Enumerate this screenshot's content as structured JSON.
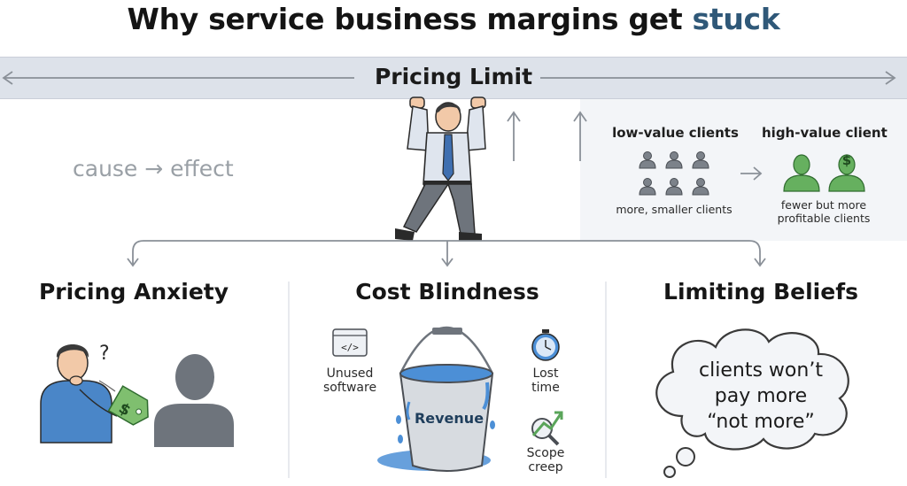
{
  "title": {
    "main": "Why service business margins get",
    "accent": "stuck"
  },
  "band": {
    "label": "Pricing Limit"
  },
  "cause_effect": "cause → effect",
  "client_panel": {
    "low_heading": "low-value clients",
    "low_note": "more, smaller clients",
    "high_heading": "high-value client",
    "high_note_line1": "fewer but more",
    "high_note_line2": "profitable clients"
  },
  "sections": {
    "anxiety": {
      "title": "Pricing Anxiety"
    },
    "cost": {
      "title": "Cost Blindness",
      "bucket_label": "Revenue",
      "software_line1": "Unused",
      "software_line2": "software",
      "time_line1": "Lost",
      "time_line2": "time",
      "scope_line1": "Scope",
      "scope_line2": "creep"
    },
    "beliefs": {
      "title": "Limiting Beliefs",
      "cloud_line1": "clients won’t",
      "cloud_line2": "pay more",
      "cloud_line3": "“not more”"
    }
  },
  "icons": {
    "price_tag_symbol": "$",
    "question_mark": "?",
    "code_symbol": "</>",
    "client_dollar": "$"
  },
  "colors": {
    "accent": "#2f5878",
    "band": "#dde2ea",
    "green": "#5aa55a",
    "shirt": "#4a86c8",
    "water": "#4c8fd6",
    "gray_person": "#6e747c"
  }
}
